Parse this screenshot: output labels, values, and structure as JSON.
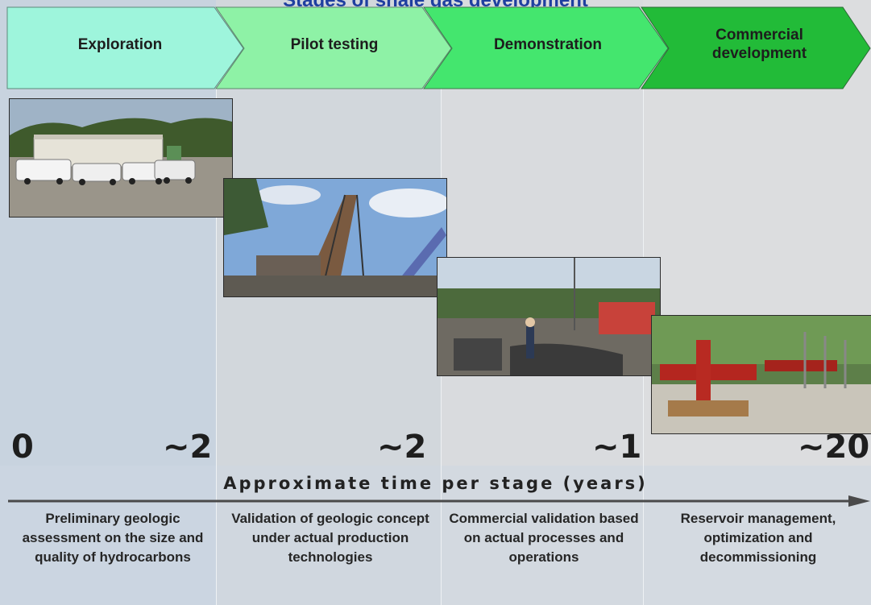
{
  "title": "Stages of shale gas development",
  "stages": [
    {
      "label": "Exploration",
      "color": "#9ef5dc"
    },
    {
      "label": "Pilot testing",
      "color": "#8ef2a6"
    },
    {
      "label": "Demonstration",
      "color": "#44e66e"
    },
    {
      "label": "Commercial development",
      "color": "#22bb38"
    }
  ],
  "durations": [
    "0",
    "~2",
    "~2",
    "~1",
    "~20"
  ],
  "axis_title": "Approximate time per stage (years)",
  "descriptions": [
    "Preliminary geologic assessment on the size and quality of hydrocarbons",
    "Validation of geologic concept under actual production technologies",
    "Commercial validation based on actual processes and operations",
    "Reservoir management, optimization and decommissioning"
  ]
}
